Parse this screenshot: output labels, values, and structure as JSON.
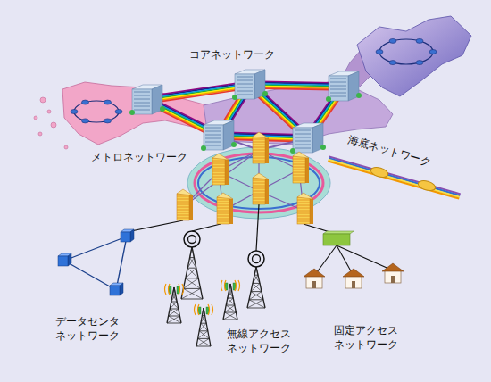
{
  "diagram": {
    "nodes": [
      {
        "text": [
          "データセンタ ネットワーク"
        ]
      },
      {
        "text": [
          "無線アクセス ネットワーク"
        ]
      },
      {
        "text": [
          "固定アクセス ネットワーク"
        ]
      }
    ],
    "labels": [
      "コアネットワーク",
      "メトロネットワーク",
      "海底ネットワーク"
    ]
  }
}
